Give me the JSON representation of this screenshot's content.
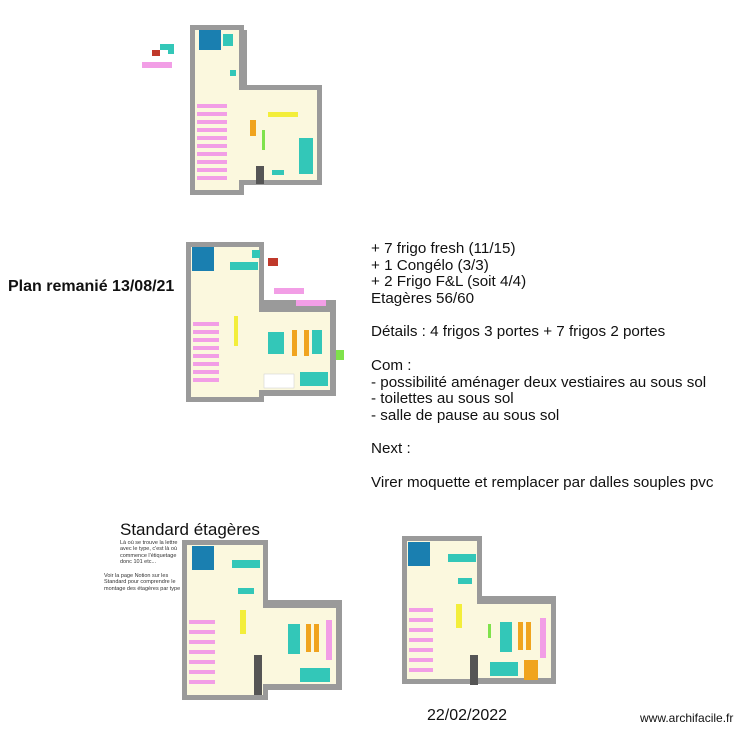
{
  "plan_title": "Plan remanié 13/08/21",
  "notes": {
    "line1": "+ 7 frigo fresh (11/15)",
    "line2": "+ 1 Congélo (3/3)",
    "line3": "+ 2 Frigo F&L (soit 4/4)",
    "line4": "Etagères 56/60",
    "details": "Détails : 4 frigos 3 portes + 7 frigos 2 portes",
    "com_heading": "Com :",
    "com1": "- possibilité aménager deux vestiaires au sous sol",
    "com2": "- toilettes au sous sol",
    "com3": "- salle de pause au sous sol",
    "next_heading": "Next :",
    "next1": "Virer moquette et remplacer par dalles souples pvc"
  },
  "standard": {
    "title": "Standard étagères",
    "note1": "Là où se trouve la lettre avec le type, c'est là où commence l'étiquetage donc 101 etc...",
    "note2": "Voir la page Notion sur les Standard pour comprendre le montage des étagères par type"
  },
  "date": "22/02/2022",
  "credit": "www.archifacile.fr",
  "colors": {
    "wall": "#9a9a9a",
    "floor": "#fbf8de",
    "shelf": "#f29ee6",
    "fridge": "#33c7b8",
    "freezer": "#1a7fb0",
    "yellow": "#f3ee3a",
    "orange": "#f0a41e",
    "green": "#7fe24b"
  }
}
